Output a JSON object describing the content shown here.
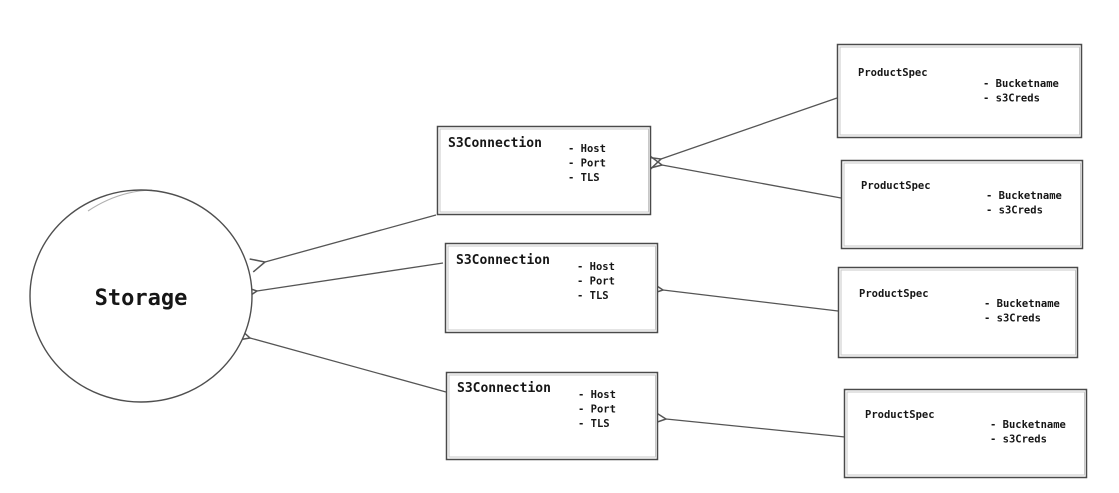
{
  "diagram": {
    "background_color": "#ffffff",
    "stroke_color": "#4f4f4f",
    "text_color": "#161616",
    "nodes": {
      "storage": {
        "id": "storage",
        "shape": "circle",
        "label": "Storage"
      },
      "s3_connections": [
        {
          "id": "s3connection-1",
          "title": "S3Connection",
          "attributes": [
            "- Host",
            "- Port",
            "- TLS"
          ]
        },
        {
          "id": "s3connection-2",
          "title": "S3Connection",
          "attributes": [
            "- Host",
            "- Port",
            "- TLS"
          ]
        },
        {
          "id": "s3connection-3",
          "title": "S3Connection",
          "attributes": [
            "- Host",
            "- Port",
            "- TLS"
          ]
        }
      ],
      "product_specs": [
        {
          "id": "productspec-1",
          "title": "ProductSpec",
          "attributes": [
            "- Bucketname",
            "- s3Creds"
          ]
        },
        {
          "id": "productspec-2",
          "title": "ProductSpec",
          "attributes": [
            "- Bucketname",
            "- s3Creds"
          ]
        },
        {
          "id": "productspec-3",
          "title": "ProductSpec",
          "attributes": [
            "- Bucketname",
            "- s3Creds"
          ]
        },
        {
          "id": "productspec-4",
          "title": "ProductSpec",
          "attributes": [
            "- Bucketname",
            "- s3Creds"
          ]
        }
      ]
    },
    "edges": [
      {
        "from": "productspec-1",
        "to": "s3connection-1"
      },
      {
        "from": "productspec-2",
        "to": "s3connection-1"
      },
      {
        "from": "productspec-3",
        "to": "s3connection-2"
      },
      {
        "from": "productspec-4",
        "to": "s3connection-3"
      },
      {
        "from": "s3connection-1",
        "to": "storage"
      },
      {
        "from": "s3connection-2",
        "to": "storage"
      },
      {
        "from": "s3connection-3",
        "to": "storage"
      }
    ]
  }
}
